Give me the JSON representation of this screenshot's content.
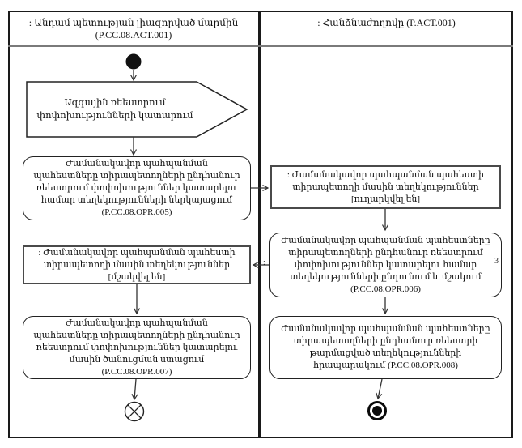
{
  "diagram": {
    "kind": "uml-activity-diagram",
    "colors": {
      "line": "#1a1a1a",
      "object_border": "#4a4a4a",
      "background": "#ffffff"
    },
    "lanes": {
      "left": {
        "title": ": Անդամ պետության լիազորված մարմին",
        "code": "(P.CC.08.ACT.001)"
      },
      "right": {
        "title": ": Հանձնաժողովը (P.ACT.001)"
      }
    },
    "nodes": {
      "signal": {
        "label": "Ազգային ռեեստրում փոփոխությունների կատարում"
      },
      "opr005": {
        "label": "Ժամանակավոր պահպանման պահեստները տիրապետողների ընդհանուր ռեեստրում փոփոխություններ կատարելու համար տեղեկությունների ներկայացում (P.CC.08.OPR.005)"
      },
      "info_sent": {
        "label": ": Ժամանակավոր պահպանման պահեստի տիրապետողի մասին տեղեկություններ [ուղարկվել են]"
      },
      "opr006": {
        "label": "Ժամանակավոր պահպանման պահեստները տիրապետողների ընդհանուր ռեեստրում փոփոխություններ կատարելու համար տեղեկությունների ընդունում և մշակում (P.CC.08.OPR.006)"
      },
      "info_processed": {
        "label": ": Ժամանակավոր պահպանման պահեստի տիրապետողի մասին տեղեկություններ [մշակվել են]"
      },
      "opr007": {
        "label": "Ժամանակավոր պահպանման պահեստները տիրապետողների ընդհանուր ռեեստրում փոփոխություններ կատարելու մասին ծանուցման ստացում (P.CC.08.OPR.007)"
      },
      "opr008": {
        "label": "Ժամանակավոր պահպանման պահեստները տիրապետողների ընդհանուր ռեեստրի թարմացված տեղեկությունների հրապարակում (P.CC.08.OPR.008)"
      }
    },
    "marks": {
      "opr006_left": ":",
      "opr006_right": "3"
    }
  }
}
